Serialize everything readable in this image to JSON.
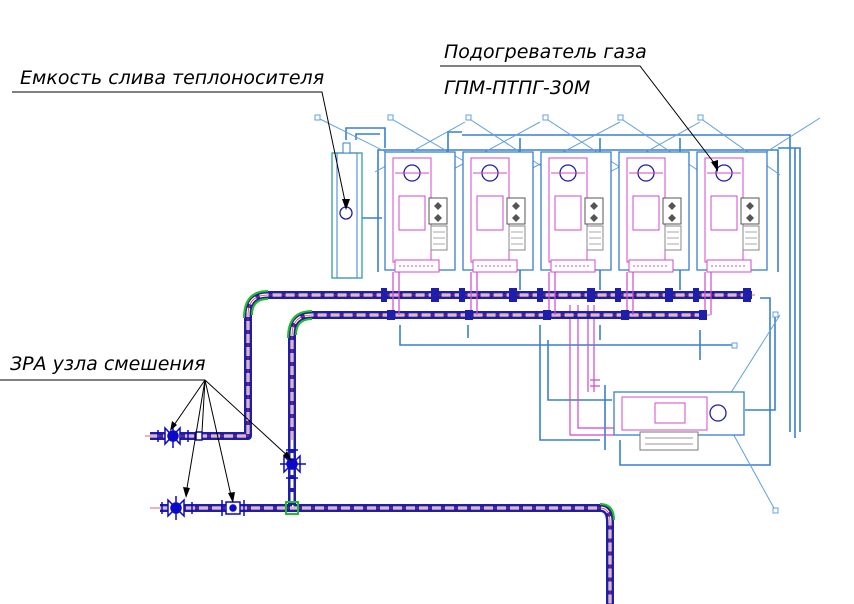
{
  "labels": {
    "drain_tank": "Емкость слива теплоносителя",
    "heater_line1": "Подогреватель газа",
    "heater_line2": "ГПМ-ПТПГ-30М",
    "mixing_valves": "ЗРА узла смешения"
  },
  "heater_count": 5,
  "colors": {
    "background": "#ffffff",
    "pipe_blue": "#1e1ea8",
    "pipe_white": "#ffffff",
    "light_blue": "#3a7fd0",
    "magenta": "#d048c8",
    "green": "#20c020",
    "red_center": "#e03030",
    "valve": "#0a0ac8",
    "leader": "#000000"
  }
}
